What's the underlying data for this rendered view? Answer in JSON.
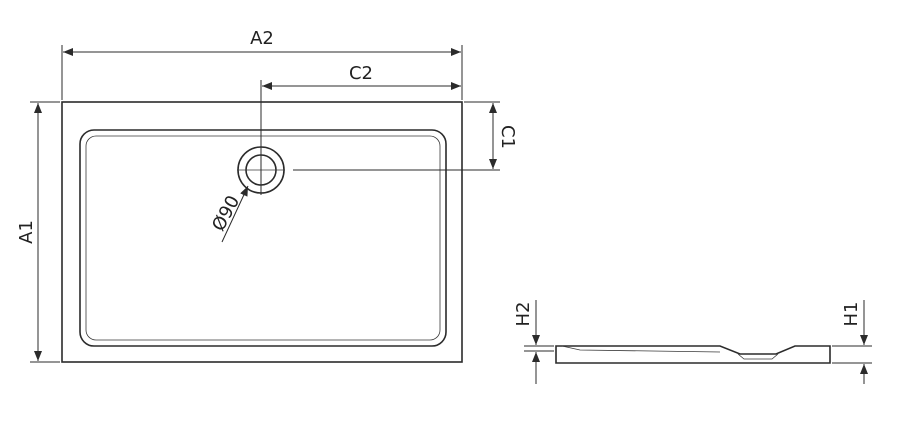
{
  "labels": {
    "a1": "A1",
    "a2": "A2",
    "c1": "C1",
    "c2": "C2",
    "h1": "H1",
    "h2": "H2",
    "drain": "Ø90"
  }
}
